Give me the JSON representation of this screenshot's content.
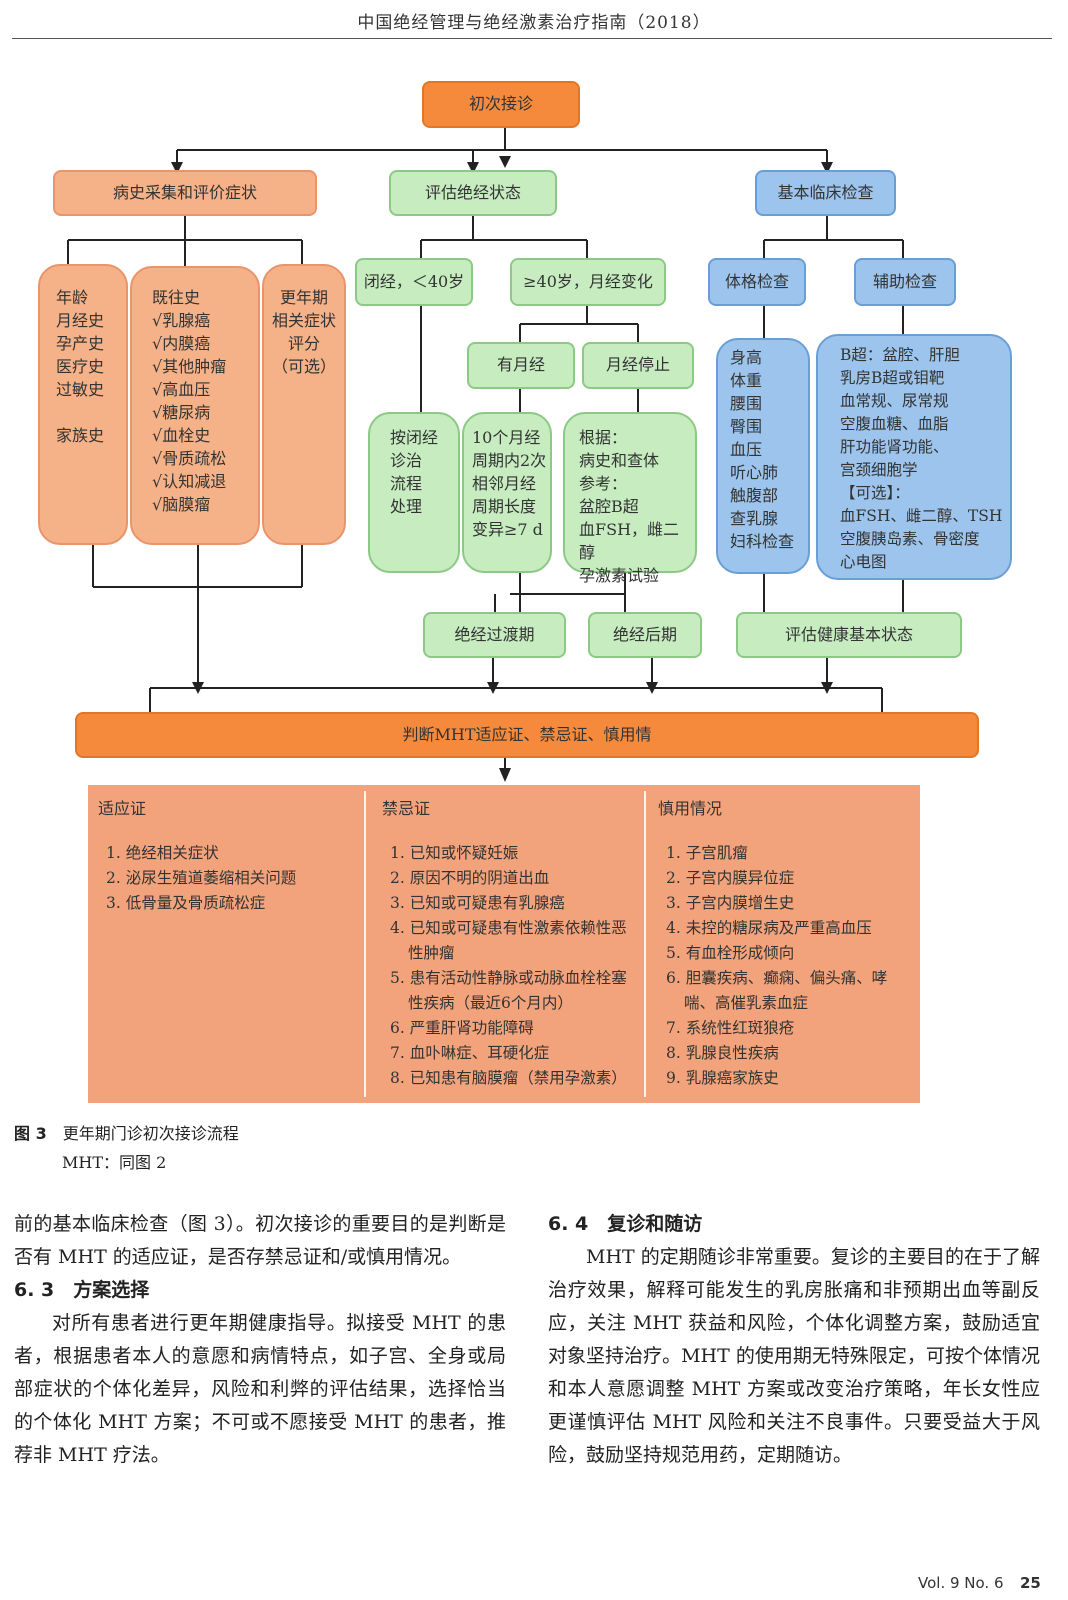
{
  "header": {
    "running_title": "中国绝经管理与绝经激素治疗指南（2018）"
  },
  "flowchart": {
    "start": "初次接诊",
    "history": "病史采集和评价症状",
    "assess": "评估绝经状态",
    "clinical": "基本临床检查",
    "history_col1": "年龄\n月经史\n孕产史\n医疗史\n过敏史\n\n家族史",
    "history_col2": "既往史\n√乳腺癌\n√内膜癌\n√其他肿瘤\n√高血压\n√糖尿病\n√血栓史\n√骨质疏松\n√认知减退\n√脑膜瘤",
    "history_col3": "更年期\n相关症状\n评分\n（可选）",
    "amenorrhea": "闭经，＜40岁",
    "over40": "≥40岁，月经变化",
    "menses_yes": "有月经",
    "menses_stop": "月经停止",
    "by_amenorrhea": "按闭经\n诊治\n流程\n处理",
    "cycle_change": "10个月经\n周期内2次\n相邻月经\n周期长度\n变异≥7 d",
    "basis": "根据：\n病史和查体\n参考：\n盆腔B超\n血FSH，雌二醇\n孕激素试验",
    "physical": "体格检查",
    "auxiliary": "辅助检查",
    "physical_list": "身高\n体重\n腰围\n臀围\n血压\n听心肺\n触腹部\n查乳腺\n妇科检查",
    "auxiliary_list": "B超：盆腔、肝胆\n乳房B超或钼靶\n血常规、尿常规\n空腹血糖、血脂\n肝功能肾功能、\n宫颈细胞学\n【可选】：\n血FSH、雌二醇、TSH\n空腹胰岛素、骨密度\n心电图",
    "transition": "绝经过渡期",
    "postmenopause": "绝经后期",
    "health_status": "评估健康基本状态",
    "judge": "判断MHT适应证、禁忌证、慎用情"
  },
  "criteria": {
    "indications": {
      "title": "适应证",
      "items": [
        "1. 绝经相关症状",
        "2. 泌尿生殖道萎缩相关问题",
        "3. 低骨量及骨质疏松症"
      ]
    },
    "contraindications": {
      "title": "禁忌证",
      "items": [
        "1. 已知或怀疑妊娠",
        "2. 原因不明的阴道出血",
        "3. 已知或可疑患有乳腺癌",
        "4. 已知或可疑患有性激素依赖性恶性肿瘤",
        "5. 患有活动性静脉或动脉血栓栓塞性疾病（最近6个月内）",
        "6. 严重肝肾功能障碍",
        "7. 血卟啉症、耳硬化症",
        "8. 已知患有脑膜瘤（禁用孕激素）"
      ]
    },
    "cautions": {
      "title": "慎用情况",
      "items": [
        "1. 子宫肌瘤",
        "2. 子宫内膜异位症",
        "3. 子宫内膜增生史",
        "4. 未控的糖尿病及严重高血压",
        "5. 有血栓形成倾向",
        "6. 胆囊疾病、癫痫、偏头痛、哮喘、高催乳素血症",
        "7. 系统性红斑狼疮",
        "8. 乳腺良性疾病",
        "9. 乳腺癌家族史"
      ]
    }
  },
  "caption": {
    "label": "图 3",
    "title": "更年期门诊初次接诊流程",
    "note": "MHT：同图 2"
  },
  "body": {
    "left_para1": "前的基本临床检查（图 3）。初次接诊的重要目的是判断是否有 MHT 的适应证，是否存禁忌证和/或慎用情况。",
    "section_63": "6. 3　方案选择",
    "left_para2": "对所有患者进行更年期健康指导。拟接受 MHT 的患者，根据患者本人的意愿和病情特点，如子宫、全身或局部症状的个体化差异，风险和利弊的评估结果，选择恰当的个体化 MHT 方案；不可或不愿接受 MHT 的患者，推荐非 MHT 疗法。",
    "section_64": "6. 4　复诊和随访",
    "right_para": "MHT 的定期随诊非常重要。复诊的主要目的在于了解治疗效果，解释可能发生的乳房胀痛和非预期出血等副反应，关注 MHT 获益和风险，个体化调整方案，鼓励适宜对象坚持治疗。MHT 的使用期无特殊限定，可按个体情况和本人意愿调整 MHT 方案或改变治疗策略，年长女性应更谨慎评估 MHT 风险和关注不良事件。只要受益大于风险，鼓励坚持规范用药，定期随访。"
  },
  "footer": {
    "volume": "Vol. 9  No. 6",
    "page": "25"
  }
}
